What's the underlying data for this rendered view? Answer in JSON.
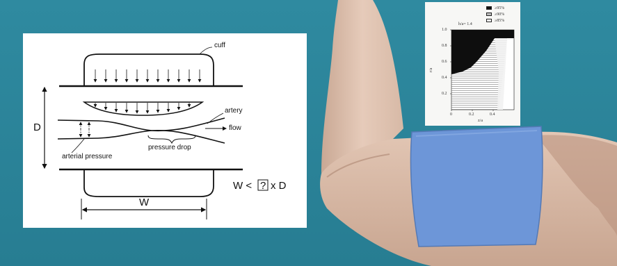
{
  "diagram": {
    "labels": {
      "cuff": "cuff",
      "artery": "artery",
      "flow": "flow",
      "arterial_pressure": "arterial pressure",
      "pressure_drop": "pressure drop",
      "dimension_d": "D",
      "dimension_w": "W",
      "formula_left": "W <",
      "formula_unknown": "?",
      "formula_right": "x D"
    }
  },
  "inset_plot": {
    "legend": [
      {
        "label": "≥95%",
        "fill": "#111111"
      },
      {
        "label": "≥90%",
        "fill": "#bdbdbd"
      },
      {
        "label": "≥85%",
        "fill": "#ffffff"
      }
    ],
    "annotation": "h/a= 1.4",
    "y_tick_labels": [
      "1.0",
      "0.8",
      "0.6",
      "0.4",
      "0.2"
    ],
    "x_tick_labels": [
      "0",
      "0.2",
      "0.4"
    ],
    "y_axis_label": "r/a",
    "x_axis_label": "z/a"
  },
  "colors": {
    "background": "#2c8497",
    "cuff_band": "#6d96d8",
    "skin": "#ddc0ad"
  }
}
